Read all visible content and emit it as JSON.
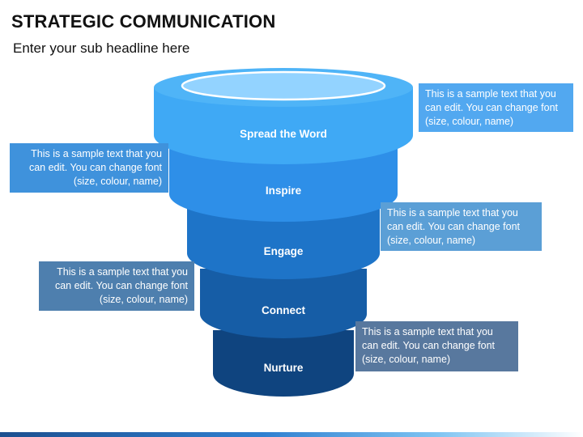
{
  "header": {
    "title": "STRATEGIC COMMUNICATION",
    "subtitle": "Enter your sub headline here"
  },
  "funnel": {
    "tiers": [
      {
        "label": "Spread the Word",
        "color": "#3FA9F5"
      },
      {
        "label": "Inspire",
        "color": "#2E8FE8"
      },
      {
        "label": "Engage",
        "color": "#1E74C8"
      },
      {
        "label": "Connect",
        "color": "#165DA6"
      },
      {
        "label": "Nurture",
        "color": "#0F447F"
      }
    ]
  },
  "notes": [
    {
      "text": "This is a sample text that you can edit. You can change font (size, colour, name)",
      "color": "#52A8F0"
    },
    {
      "text": "This is a sample text that you can edit. You can change font (size, colour, name)",
      "color": "#3F92DC"
    },
    {
      "text": "This is a sample text that you can edit. You can change font (size, colour, name)",
      "color": "#5B9FD6"
    },
    {
      "text": "This is a sample text that you can edit. You can change font (size, colour, name)",
      "color": "#4E7FAE"
    },
    {
      "text": "This is a sample text that you can edit. You can change font (size, colour, name)",
      "color": "#58789E"
    }
  ]
}
